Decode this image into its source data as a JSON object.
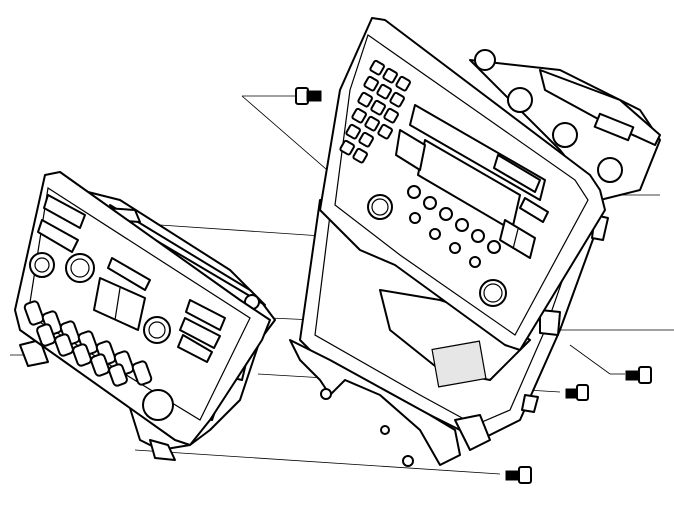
{
  "figure": {
    "title": "",
    "caption": "",
    "parts": [
      {
        "name": "climate-control-panel"
      },
      {
        "name": "audio-head-unit"
      },
      {
        "name": "mounting-bracket"
      },
      {
        "name": "screw",
        "count": 4
      }
    ],
    "colors": {
      "line": "#000000",
      "background": "#ffffff",
      "shade": "#e6e6e6"
    }
  }
}
